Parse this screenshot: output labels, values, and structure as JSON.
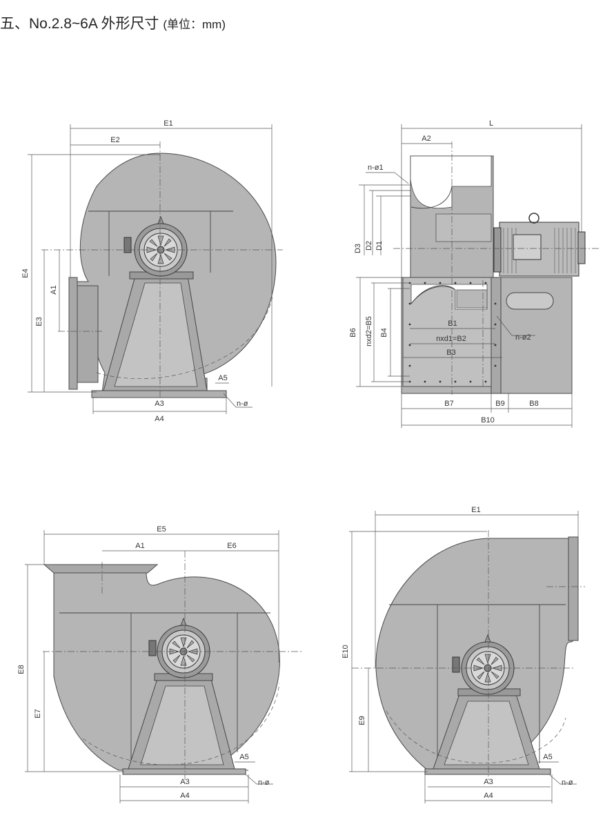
{
  "title": {
    "main": "五、No.2.8~6A 外形尺寸",
    "unit": "(单位：mm)"
  },
  "view_front_left": {
    "labels": {
      "e1": "E1",
      "e2": "E2",
      "e3": "E3",
      "e4": "E4",
      "a1": "A1",
      "a3": "A3",
      "a4": "A4",
      "a5": "A5",
      "hole": "n-ø"
    }
  },
  "view_side": {
    "labels": {
      "l": "L",
      "a2": "A2",
      "hole1": "n-ø1",
      "d1": "D1",
      "d2": "D2",
      "d3": "D3",
      "b1": "B1",
      "b2": "nxd1=B2",
      "b3": "B3",
      "b4": "B4",
      "b5": "nxd2=B5",
      "b6": "B6",
      "b7": "B7",
      "b8": "B8",
      "b9": "B9",
      "b10": "B10",
      "hole2": "n-ø2"
    }
  },
  "view_top_outlet": {
    "labels": {
      "e5": "E5",
      "e6": "E6",
      "e7": "E7",
      "e8": "E8",
      "a1": "A1",
      "a3": "A3",
      "a4": "A4",
      "a5": "A5",
      "hole": "n-ø"
    }
  },
  "view_front_right": {
    "labels": {
      "e1": "E1",
      "e9": "E9",
      "e10": "E10",
      "a3": "A3",
      "a4": "A4",
      "a5": "A5",
      "hole": "n-ø"
    }
  }
}
